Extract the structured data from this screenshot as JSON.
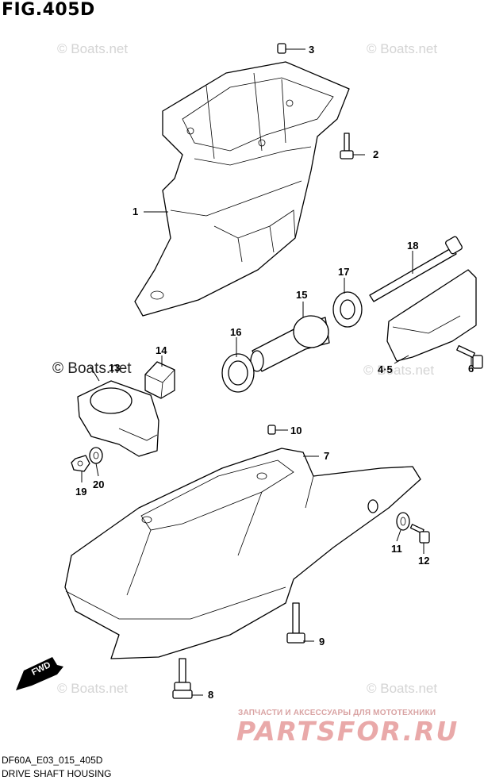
{
  "figure_title": "FIG.405D",
  "diagram_code": "DF60A_E03_015_405D",
  "diagram_name": "DRIVE SHAFT HOUSING",
  "watermarks": {
    "boats_net": "© Boats.net",
    "boats_net_center": "© Boats.net"
  },
  "dealer_logo": {
    "subtitle": "ЗАПЧАСТИ И АКСЕССУАРЫ ДЛЯ МОТОТЕХНИКИ",
    "name": "PARTSFOR.RU"
  },
  "direction_label": "FWD",
  "callouts": {
    "c1": "1",
    "c2": "2",
    "c3": "3",
    "c4_5": "4·5",
    "c6": "6",
    "c7": "7",
    "c8": "8",
    "c9": "9",
    "c10": "10",
    "c11": "11",
    "c12": "12",
    "c13": "13",
    "c14": "14",
    "c15": "15",
    "c16": "16",
    "c17": "17",
    "c18": "18",
    "c19": "19",
    "c20": "20"
  }
}
